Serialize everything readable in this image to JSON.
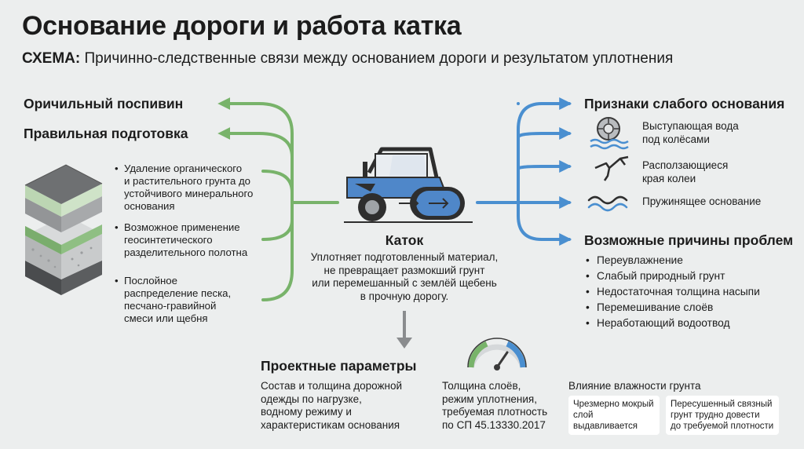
{
  "title": "Основание дороги и работа катка",
  "subtitle": {
    "prefix": "СХЕМА:",
    "text": "Причинно-следственные связи между основанием дороги и результатом уплотнения"
  },
  "left": {
    "heading1": "Оричильный поспивин",
    "heading2": "Правильная подготовка",
    "bullets": [
      [
        "Удаление органического",
        "и растительного грунта до",
        "устойчивого минерального",
        "основания"
      ],
      [
        "Возможное применение",
        "геосинтетического",
        "разделительного полотна"
      ],
      [
        "Послойное",
        "распределение песка,",
        "песчано-гравийной",
        "смеси или щебня"
      ]
    ]
  },
  "center": {
    "heading": "Каток",
    "caption": [
      "Уплотняет подготовленный материал,",
      "не превращает размокший грунт",
      "или перемешанный с землёй щебень",
      "в прочную дорогу."
    ]
  },
  "right": {
    "signs_heading": "Признаки слабого основания",
    "signs": [
      {
        "icon": "wheel-in-water-icon",
        "lines": [
          "Выступающая вода",
          "под колёсами"
        ]
      },
      {
        "icon": "crack-icon",
        "lines": [
          "Расползающиеся",
          "края колеи"
        ]
      },
      {
        "icon": "wave-icon",
        "lines": [
          "Пружинящее основание"
        ]
      }
    ],
    "causes_heading": "Возможные причины проблем",
    "causes": [
      "Переувлажнение",
      "Слабый природный грунт",
      "Недостаточная толщина насыпи",
      "Перемешивание слоёв",
      "Неработающий водоотвод"
    ]
  },
  "bottom": {
    "params_heading": "Проектные параметры",
    "params_text": [
      "Состав и толщина дорожной",
      "одежды по нагрузке,",
      "водному режиму и",
      "характеристикам основания"
    ],
    "gauge_text": [
      "Толщина слоёв,",
      "режим уплотнения,",
      "требуемая плотность",
      "по СП 45.13330.2017"
    ],
    "moisture_heading": "Влияние влажности грунта",
    "moisture_chips": [
      [
        "Чрезмерно мокрый",
        "слой выдавливается"
      ],
      [
        "Пересушенный связный",
        "грунт трудно довести",
        "до требуемой плотности"
      ]
    ]
  },
  "colors": {
    "green": "#78b36a",
    "blue": "#4a8fd0",
    "gray_arrow": "#8a8c8e",
    "roller_blue": "#4f87c9"
  }
}
